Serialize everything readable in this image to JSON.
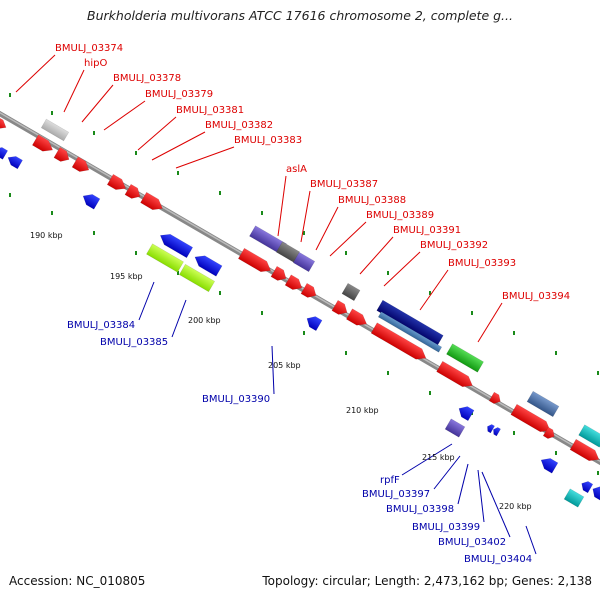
{
  "title": "Burkholderia multivorans ATCC 17616 chromosome 2, complete g...",
  "footer": {
    "accession": "Accession: NC_010805",
    "topology": "Topology: circular; Length: 2,473,162 bp; Genes: 2,138"
  },
  "colors": {
    "backbone": "#888888",
    "tick": "#1a8a1a",
    "forward_label": "#dd0000",
    "reverse_label": "#0000aa"
  },
  "scale_ticks": [
    "190 kbp",
    "195 kbp",
    "200 kbp",
    "205 kbp",
    "210 kbp",
    "215 kbp",
    "220 kbp"
  ],
  "forward_labels": [
    "BMULJ_03374",
    "hipO",
    "BMULJ_03378",
    "BMULJ_03379",
    "BMULJ_03381",
    "BMULJ_03382",
    "BMULJ_03383",
    "aslA",
    "BMULJ_03387",
    "BMULJ_03388",
    "BMULJ_03389",
    "BMULJ_03391",
    "BMULJ_03392",
    "BMULJ_03393",
    "BMULJ_03394"
  ],
  "reverse_labels": [
    "BMULJ_03384",
    "BMULJ_03385",
    "BMULJ_03390",
    "rpfF",
    "BMULJ_03397",
    "BMULJ_03398",
    "BMULJ_03399",
    "BMULJ_03402",
    "BMULJ_03404"
  ]
}
